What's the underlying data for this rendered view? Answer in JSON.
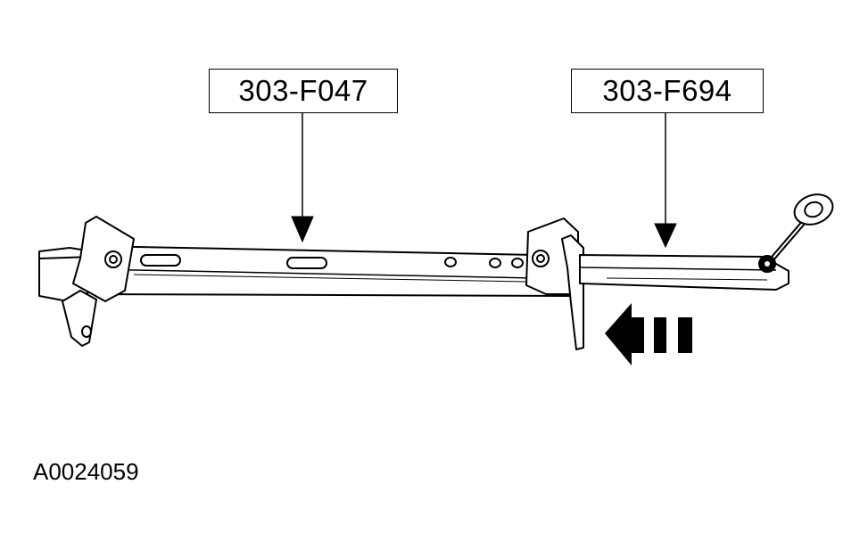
{
  "callouts": {
    "tool_a": "303-F047",
    "tool_b": "303-F694"
  },
  "figure_id": "A0024059"
}
